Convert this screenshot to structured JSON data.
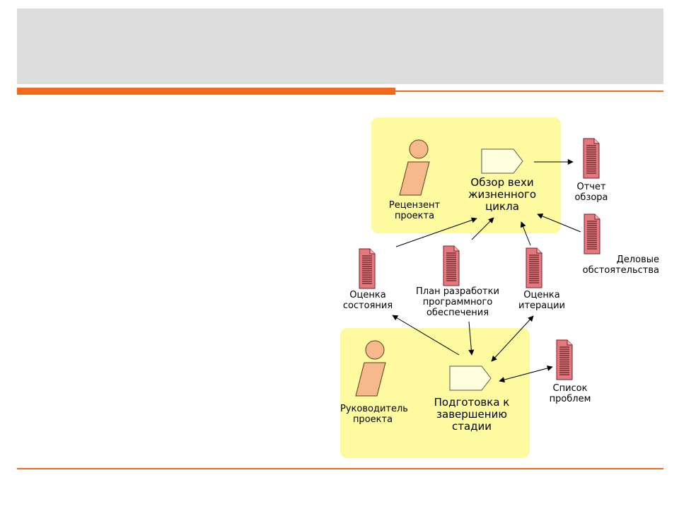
{
  "slide": {
    "title": ""
  },
  "colors": {
    "accent": "#f26a1b",
    "title_band": "#dddddd",
    "zone_fill": "#fdfaa0",
    "actor_fill": "#f6b98c",
    "activity_fill": "#ffffdd",
    "artifact_fill": "#e4787e"
  },
  "diagram": {
    "review_actor": "Рецензент\nпроекта",
    "review_activity": "Обзор вехи\nжизненного\nцикла",
    "review_report": "Отчет\nобзора",
    "business_case": "Деловые\nобстоятельства",
    "status_assessment": "Оценка\nсостояния",
    "dev_plan": "План разработки\nпрограммного\nобеспечения",
    "iteration_assessment": "Оценка\nитерации",
    "manager_actor": "Руководитель\nпроекта",
    "prepare_activity": "Подготовка к\nзавершению\nстадии",
    "issues_list": "Список\nпроблем",
    "icons": [
      "actor-icon",
      "activity-icon",
      "artifact-icon"
    ]
  }
}
